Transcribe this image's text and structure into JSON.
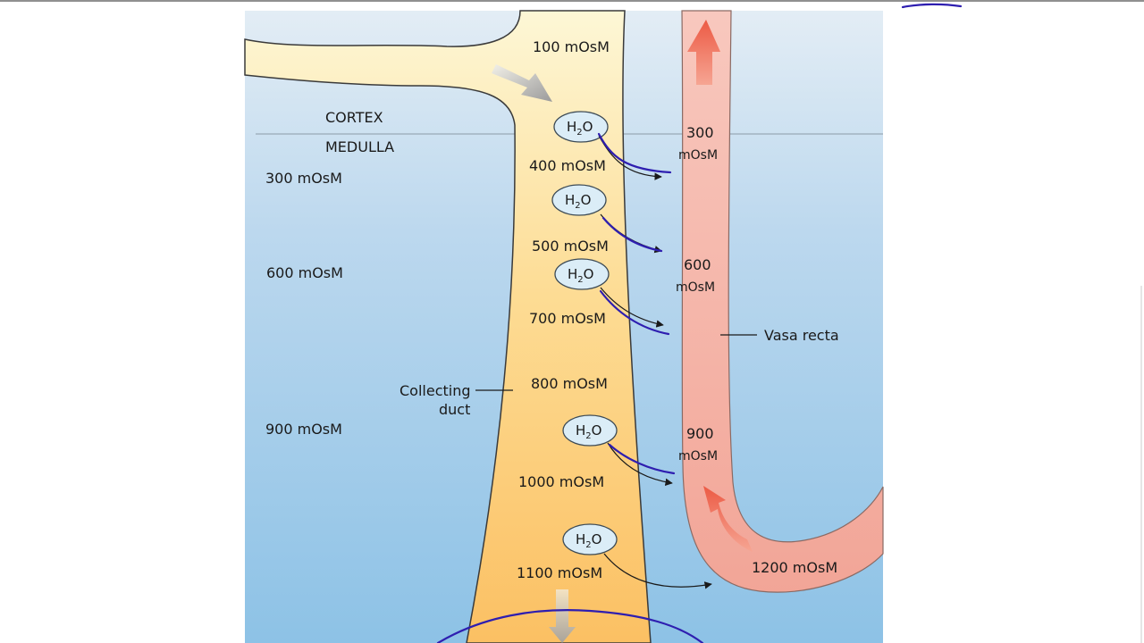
{
  "regions": {
    "cortex": "CORTEX",
    "medulla": "MEDULLA"
  },
  "interstitial_labels": [
    "300 mOsM",
    "600 mOsM",
    "900 mOsM"
  ],
  "duct_label_top": "100 mOsM",
  "duct_labels": [
    "400 mOsM",
    "500 mOsM",
    "700 mOsM",
    "800 mOsM",
    "1000 mOsM",
    "1100 mOsM"
  ],
  "water_molecule": {
    "base": "H",
    "subscript": "2",
    "tail": "O"
  },
  "vasa_recta_values": [
    {
      "value": "300",
      "unit": "mOsM"
    },
    {
      "value": "600",
      "unit": "mOsM"
    },
    {
      "value": "900",
      "unit": "mOsM"
    }
  ],
  "vasa_recta_bottom": "1200 mOsM",
  "callouts": {
    "vasa_recta": "Vasa recta",
    "collecting_duct_line1": "Collecting",
    "collecting_duct_line2": "duct"
  },
  "colors": {
    "interstitium_top": "#dfeaf3",
    "interstitium_bottom": "#8dc2e6",
    "duct_top": "#fdf6d2",
    "duct_bottom": "#fbc468",
    "vessel": "#f4b0a6",
    "vessel_arrow": "#ee6a54",
    "annotation": "#2e1eb0"
  }
}
